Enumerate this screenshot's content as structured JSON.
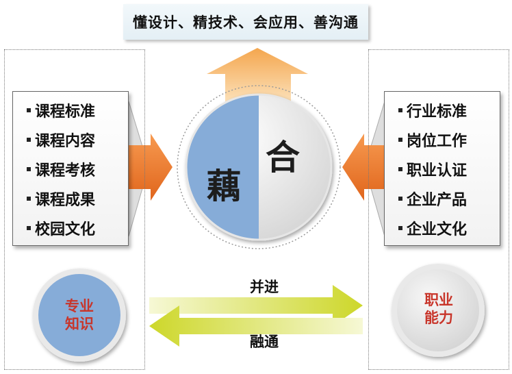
{
  "banner": {
    "text": "懂设计、精技术、会应用、善沟通"
  },
  "left_list": {
    "items": [
      "课程标准",
      "课程内容",
      "课程考核",
      "课程成果",
      "校园文化"
    ]
  },
  "right_list": {
    "items": [
      "行业标准",
      "岗位工作",
      "职业认证",
      "企业产品",
      "企业文化"
    ]
  },
  "center": {
    "left_char": "藕",
    "right_char": "合"
  },
  "left_circle": {
    "line1": "专业",
    "line2": "知识"
  },
  "right_circle": {
    "line1": "职业",
    "line2": "能力"
  },
  "arrows": {
    "forward_label": "并进",
    "backward_label": "融通"
  },
  "colors": {
    "blue": "#86acd8",
    "orange": "#ee7c30",
    "yellow_green": "#d6df3a",
    "label_red": "#c8352a",
    "arrow_peach": "#f7c181"
  }
}
